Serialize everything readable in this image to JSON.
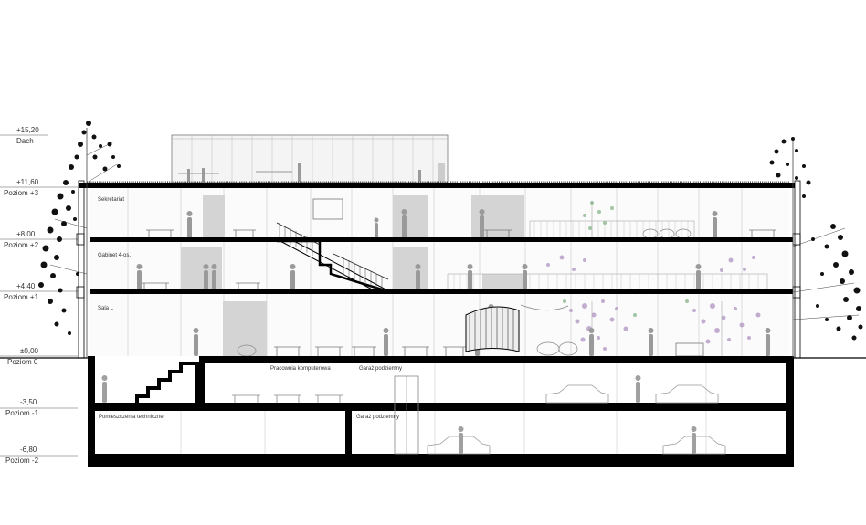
{
  "levels": [
    {
      "value": "+15,20",
      "name": "Dach"
    },
    {
      "value": "+11,60",
      "name": "Poziom +3"
    },
    {
      "value": "+8,00",
      "name": "Poziom +2"
    },
    {
      "value": "+4,40",
      "name": "Poziom +1"
    },
    {
      "value": "±0,00",
      "name": "Poziom 0"
    },
    {
      "value": "-3,50",
      "name": "Poziom -1"
    },
    {
      "value": "-6,80",
      "name": "Poziom -2"
    }
  ],
  "rooms": {
    "sekretariat": "Sekretariat",
    "gabinet": "Gabinet 4-os.",
    "sala": "Sala L",
    "pracownia": "Pracownia komputerowa",
    "garaz_1": "Garaż podziemny",
    "pomieszczenia": "Pomieszczenia techniczne",
    "garaz_2": "Garaż podziemny"
  },
  "colors": {
    "structure": "#000000",
    "glazing": "#d8d8d8",
    "grey_panel": "#cfcfcf",
    "purple_dots": "#b59ac7",
    "green_dots": "#8cb88c",
    "tree": "#111111"
  }
}
